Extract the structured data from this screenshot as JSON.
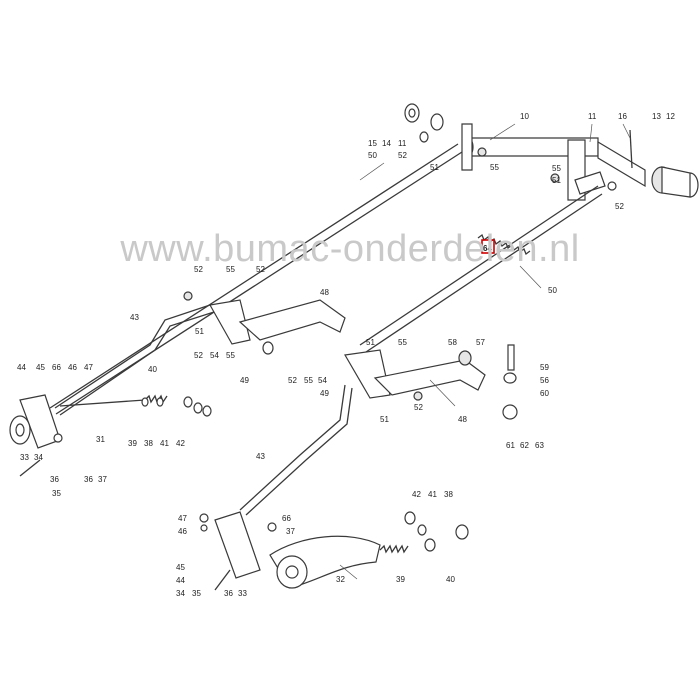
{
  "watermark": "www.bumac-onderdelen.nl",
  "highlight_color": "#d00000",
  "highlighted_part": "64",
  "labels": [
    {
      "id": "l10",
      "t": "10"
    },
    {
      "id": "l11a",
      "t": "11"
    },
    {
      "id": "l16",
      "t": "16"
    },
    {
      "id": "l13",
      "t": "13"
    },
    {
      "id": "l12",
      "t": "12"
    },
    {
      "id": "l15a",
      "t": "15"
    },
    {
      "id": "l14a",
      "t": "14"
    },
    {
      "id": "l11b",
      "t": "11"
    },
    {
      "id": "l52a",
      "t": "52"
    },
    {
      "id": "l50a",
      "t": "50"
    },
    {
      "id": "l51a",
      "t": "51"
    },
    {
      "id": "l55a",
      "t": "55"
    },
    {
      "id": "l55b",
      "t": "55"
    },
    {
      "id": "l51b",
      "t": "51"
    },
    {
      "id": "l52b",
      "t": "52"
    },
    {
      "id": "l64",
      "t": "64"
    },
    {
      "id": "l50b",
      "t": "50"
    },
    {
      "id": "l52c",
      "t": "52"
    },
    {
      "id": "l55c",
      "t": "55"
    },
    {
      "id": "l52d",
      "t": "52"
    },
    {
      "id": "l48a",
      "t": "48"
    },
    {
      "id": "l43a",
      "t": "43"
    },
    {
      "id": "l51c",
      "t": "51"
    },
    {
      "id": "l52e",
      "t": "52"
    },
    {
      "id": "l54a",
      "t": "54"
    },
    {
      "id": "l55d",
      "t": "55"
    },
    {
      "id": "l49a",
      "t": "49"
    },
    {
      "id": "l51d",
      "t": "51"
    },
    {
      "id": "l55e",
      "t": "55"
    },
    {
      "id": "l58",
      "t": "58"
    },
    {
      "id": "l57",
      "t": "57"
    },
    {
      "id": "l59",
      "t": "59"
    },
    {
      "id": "l52f",
      "t": "52"
    },
    {
      "id": "l55f",
      "t": "55"
    },
    {
      "id": "l54b",
      "t": "54"
    },
    {
      "id": "l56",
      "t": "56"
    },
    {
      "id": "l49b",
      "t": "49"
    },
    {
      "id": "l60",
      "t": "60"
    },
    {
      "id": "l52g",
      "t": "52"
    },
    {
      "id": "l51e",
      "t": "51"
    },
    {
      "id": "l48b",
      "t": "48"
    },
    {
      "id": "l61",
      "t": "61"
    },
    {
      "id": "l62",
      "t": "62"
    },
    {
      "id": "l63",
      "t": "63"
    },
    {
      "id": "l44a",
      "t": "44"
    },
    {
      "id": "l45a",
      "t": "45"
    },
    {
      "id": "l66a",
      "t": "66"
    },
    {
      "id": "l46a",
      "t": "46"
    },
    {
      "id": "l47a",
      "t": "47"
    },
    {
      "id": "l40a",
      "t": "40"
    },
    {
      "id": "l33a",
      "t": "33"
    },
    {
      "id": "l34a",
      "t": "34"
    },
    {
      "id": "l31",
      "t": "31"
    },
    {
      "id": "l39a",
      "t": "39"
    },
    {
      "id": "l38a",
      "t": "38"
    },
    {
      "id": "l41a",
      "t": "41"
    },
    {
      "id": "l42a",
      "t": "42"
    },
    {
      "id": "l36a",
      "t": "36"
    },
    {
      "id": "l36b",
      "t": "36"
    },
    {
      "id": "l37a",
      "t": "37"
    },
    {
      "id": "l35a",
      "t": "35"
    },
    {
      "id": "l43b",
      "t": "43"
    },
    {
      "id": "l42b",
      "t": "42"
    },
    {
      "id": "l41b",
      "t": "41"
    },
    {
      "id": "l38b",
      "t": "38"
    },
    {
      "id": "l47b",
      "t": "47"
    },
    {
      "id": "l46b",
      "t": "46"
    },
    {
      "id": "l66b",
      "t": "66"
    },
    {
      "id": "l37b",
      "t": "37"
    },
    {
      "id": "l45b",
      "t": "45"
    },
    {
      "id": "l44b",
      "t": "44"
    },
    {
      "id": "l34b",
      "t": "34"
    },
    {
      "id": "l35b",
      "t": "35"
    },
    {
      "id": "l36c",
      "t": "36"
    },
    {
      "id": "l33b",
      "t": "33"
    },
    {
      "id": "l32",
      "t": "32"
    },
    {
      "id": "l39b",
      "t": "39"
    },
    {
      "id": "l40b",
      "t": "40"
    }
  ]
}
